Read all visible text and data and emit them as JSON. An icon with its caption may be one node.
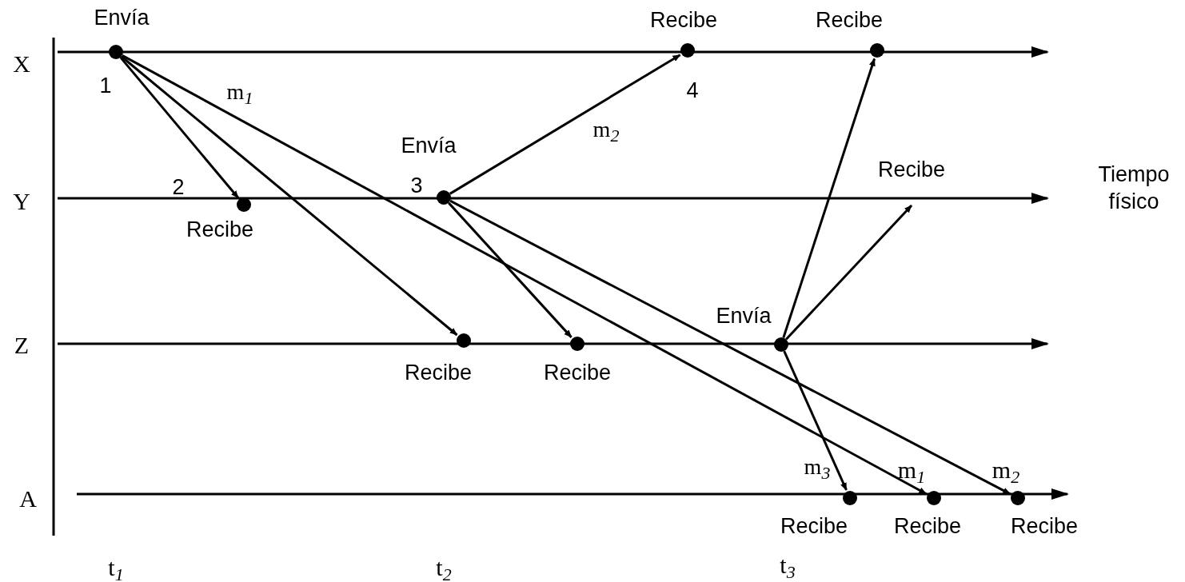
{
  "diagram": {
    "nodes": [
      {
        "text": [],
        "shape": "circle",
        "beside": [
          "Envía",
          "1"
        ]
      },
      {
        "text": [],
        "shape": "circle",
        "beside": [
          "2",
          "Recibe"
        ]
      },
      {
        "text": [],
        "shape": "circle",
        "beside": [
          "Envía",
          "3"
        ]
      },
      {
        "text": [],
        "shape": "circle",
        "beside": [
          "Recibe",
          "4"
        ]
      },
      {
        "text": [],
        "shape": "circle",
        "beside": [
          "Recibe"
        ]
      },
      {
        "text": [],
        "shape": "circle",
        "beside": [
          "Recibe"
        ]
      },
      {
        "text": [],
        "shape": "circle",
        "beside": [
          "Recibe"
        ]
      },
      {
        "text": [],
        "shape": "circle",
        "beside": [
          "Envía"
        ]
      },
      {
        "text": [],
        "shape": "circle",
        "beside": [
          "Recibe"
        ]
      },
      {
        "text": [],
        "shape": "circle",
        "beside": [
          "Recibe"
        ]
      },
      {
        "text": [],
        "shape": "circle",
        "beside": [
          "Recibe"
        ]
      }
    ],
    "edges": [
      {
        "from": 0,
        "to": 1,
        "arrow": "to"
      },
      {
        "from": 0,
        "to": 5,
        "arrow": "to"
      },
      {
        "from": 0,
        "to": 9,
        "arrow": "to",
        "label": "m$_{1}$"
      },
      {
        "from": 2,
        "to": 3,
        "arrow": "to",
        "label": "m$_{2}$"
      },
      {
        "from": 2,
        "to": 6,
        "arrow": "to"
      },
      {
        "from": 2,
        "to": 10,
        "arrow": "to"
      },
      {
        "from": 7,
        "to": 4,
        "arrow": "to"
      },
      {
        "from": 7,
        "to": null,
        "arrow": "to"
      },
      {
        "from": 7,
        "to": 8,
        "arrow": "to",
        "label": "m$_{3}$"
      }
    ],
    "labels": [
      "X",
      "Y",
      "Z",
      "A",
      "Tiempo físico",
      "Recibe",
      "m$_{1}$",
      "m$_{2}$",
      "t$_{1}$",
      "t$_{2}$",
      "t$_{3}$"
    ]
  }
}
